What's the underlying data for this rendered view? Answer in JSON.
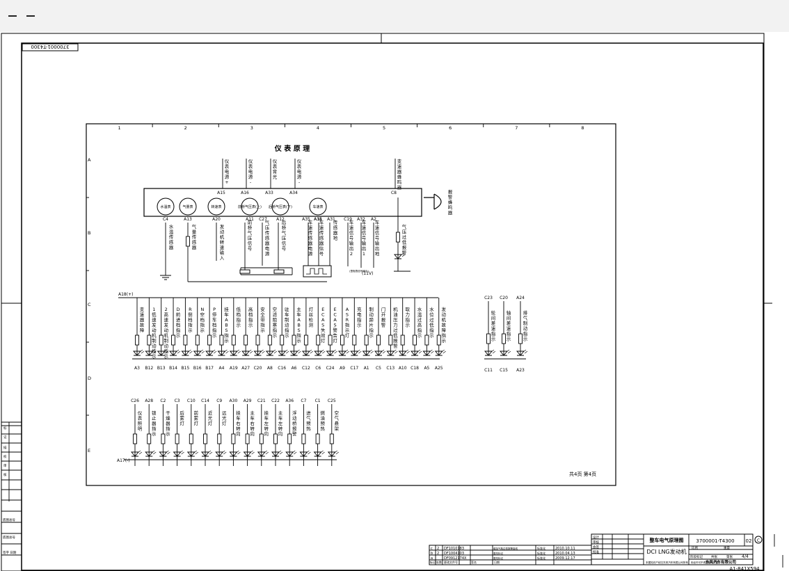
{
  "viewer": {
    "minimize_glyph": "—",
    "restore_glyph": "—"
  },
  "drawing_code_stamp": "3700001-T4300",
  "title": "仪 表 原 理",
  "grid": {
    "columns": [
      "1",
      "2",
      "3",
      "4",
      "5",
      "6",
      "7",
      "8"
    ],
    "rows": [
      "A",
      "B",
      "C",
      "D",
      "E"
    ]
  },
  "top_power_labels": [
    {
      "pin": "A15",
      "text": "仪表电源+"
    },
    {
      "pin": "A16",
      "text": "仪表电源-"
    },
    {
      "pin": "A33",
      "text": "仪表背光"
    },
    {
      "pin": "A34",
      "text": "仪表电源-"
    },
    {
      "pin": "C8",
      "text": "变速器蜂鸣器"
    }
  ],
  "alarm_label": "报警蜂鸣器",
  "gauges": [
    {
      "label": "水温表",
      "pin": "C4"
    },
    {
      "label": "气量表",
      "pin": "A13"
    },
    {
      "label": "转速表",
      "pin": "A20"
    },
    {
      "label": "前桥气压表(上)",
      "pin": "A11"
    },
    {
      "label": "后桥气压表(下)",
      "pin": "A12"
    },
    {
      "label": "车速表",
      "pin": "A35"
    }
  ],
  "sensor_pins": [
    "C27",
    "A14",
    "A31",
    "C19",
    "A32",
    "A2"
  ],
  "sensor_texts": [
    "水温传感器",
    "气量传感器",
    "发动机转速输入",
    "前桥气压信号",
    "气压传感器电源",
    "后桥气压信号",
    "车速传感器电源",
    "车速传感器信号",
    "传感器地",
    "车速信号输出2",
    "车速信号输出1",
    "车速信号输出地",
    "气压过低报警"
  ],
  "note_speed2": "(里程表信号输出)",
  "note_volt": "(11V)",
  "bus_a18": "A18(+)",
  "bus_a17": "A17(-)",
  "row_c_indicators": [
    {
      "text": "变速器故障",
      "pin": "A3"
    },
    {
      "text": "1低速发动机制动指示",
      "pin": "B12"
    },
    {
      "text": "2高速发动机制动指示",
      "pin": "B13"
    },
    {
      "text": "D前进档指示",
      "pin": "B14"
    },
    {
      "text": "R倒档指示",
      "pin": "B15"
    },
    {
      "text": "N空档指示",
      "pin": "B16"
    },
    {
      "text": "P停车档指示",
      "pin": "B17"
    },
    {
      "text": "挂车ABS指示",
      "pin": "A4"
    },
    {
      "text": "低档指示",
      "pin": "A19"
    },
    {
      "text": "高档指示",
      "pin": "A27"
    },
    {
      "text": "安全带指示",
      "pin": "C20"
    },
    {
      "text": "空滤阻塞指示",
      "pin": "A8"
    },
    {
      "text": "驻车制动指示",
      "pin": "C16"
    },
    {
      "text": "主车ABS指示",
      "pin": "A6"
    },
    {
      "text": "灯丝检测",
      "pin": "C12"
    },
    {
      "text": "ECAS失效灯",
      "pin": "C6"
    },
    {
      "text": "ECAS警告灯",
      "pin": "C24"
    },
    {
      "text": "ASR指示灯",
      "pin": "A9"
    },
    {
      "text": "充电指示",
      "pin": "C17"
    },
    {
      "text": "制动蹄片指示",
      "pin": "A1"
    },
    {
      "text": "门开报警",
      "pin": "C5"
    },
    {
      "text": "机油压力过低报警",
      "pin": "C13"
    },
    {
      "text": "取力指示",
      "pin": "A10"
    },
    {
      "text": "水温过高指示",
      "pin": "C18"
    },
    {
      "text": "水位过低指示",
      "pin": "A5"
    },
    {
      "text": "发动机故障指示",
      "pin": "A25"
    }
  ],
  "right_indicators": [
    {
      "top": "C23",
      "text": "轮间差速指示",
      "pin": "C11"
    },
    {
      "top": "C20",
      "text": "轴间差速指示",
      "pin": "C15"
    },
    {
      "top": "A24",
      "text": "排气制动指示",
      "pin": "A23"
    }
  ],
  "row_e_indicators": [
    {
      "top": "C26",
      "text": "仪表照明"
    },
    {
      "top": "A28",
      "text": "锁止器指示"
    },
    {
      "top": "C2",
      "text": "干燥器指示"
    },
    {
      "top": "C3",
      "text": "后雾灯"
    },
    {
      "top": "C10",
      "text": "前雾灯"
    },
    {
      "top": "C14",
      "text": "近光灯"
    },
    {
      "top": "C9",
      "text": "远光灯"
    },
    {
      "top": "A30",
      "text": "挂车右转向"
    },
    {
      "top": "A29",
      "text": "主车右转向"
    },
    {
      "top": "C21",
      "text": "挂车左转向"
    },
    {
      "top": "C22",
      "text": "主车左转向"
    },
    {
      "top": "A36",
      "text": "浮动桥报警"
    },
    {
      "top": "C7",
      "text": "进气预热"
    },
    {
      "top": "C1",
      "text": "燃油预热"
    },
    {
      "top": "C25",
      "text": "空气悬架"
    }
  ],
  "page_count": "共4页 第4页",
  "title_block": {
    "sheet_title": "整车电气原理图",
    "drawing_number": "3700001-T4300",
    "revision": "02",
    "revision_mark": "C",
    "subtitle": "DCI LNG发动机",
    "sheet": "4/4",
    "company": "东风汽车有限公司",
    "copyright": "本图知识产权归东风汽车有限公司所有，未经许可不得复制或泄露",
    "sheet_size": "A1-841X594",
    "roles": [
      "设计",
      "审核",
      "会签",
      "批准"
    ],
    "scale_labels": [
      "比例",
      "重量"
    ],
    "stage_labels": [
      "阶段标记",
      "共张",
      "第张"
    ],
    "revisions": [
      {
        "mark": "c",
        "count": "2",
        "code": "DF1010183",
        "desc": "增加气瓶过低报警接线",
        "label1": "标准化",
        "date": "2010.10.11"
      },
      {
        "mark": "b",
        "count": "2",
        "code": "DF1004103",
        "desc": "更改标记",
        "label1": "标准化",
        "date": "2010.04.13"
      },
      {
        "mark": "a",
        "count": "",
        "code": "DF0912174X",
        "desc": "更改标记",
        "label1": "标准化",
        "date": "2009.12.17"
      }
    ],
    "rev_header": [
      "标记",
      "处数",
      "更改文件号",
      "签名",
      "日期"
    ]
  },
  "left_strip_labels": [
    "标",
    "记",
    "描",
    "校",
    "审",
    "核",
    "底图总号",
    "底图总号",
    "签字",
    "日期"
  ]
}
